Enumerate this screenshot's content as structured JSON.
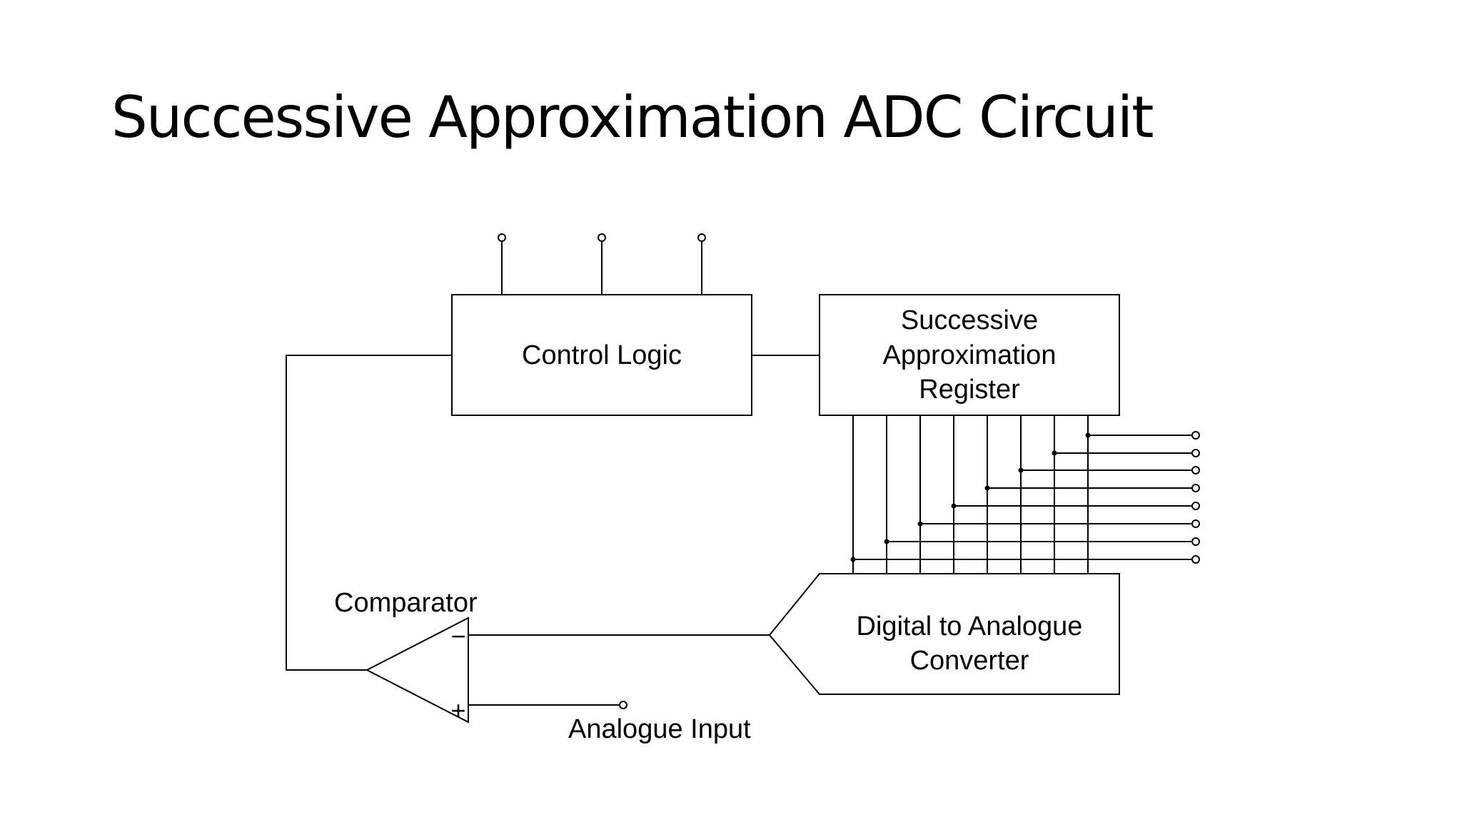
{
  "slide": {
    "title": "Successive Approximation ADC Circuit"
  },
  "diagram": {
    "blocks": {
      "control_logic": "Control Logic",
      "sar": [
        "Successive",
        "Approximation",
        "Register"
      ],
      "dac": [
        "Digital to Analogue",
        "Converter"
      ]
    },
    "comparator": {
      "label": "Comparator",
      "minus_symbol": "−",
      "plus_symbol": "+"
    },
    "analogue_input": "Analogue Input",
    "colors": {
      "line": "#000000",
      "background": "#ffffff"
    }
  }
}
